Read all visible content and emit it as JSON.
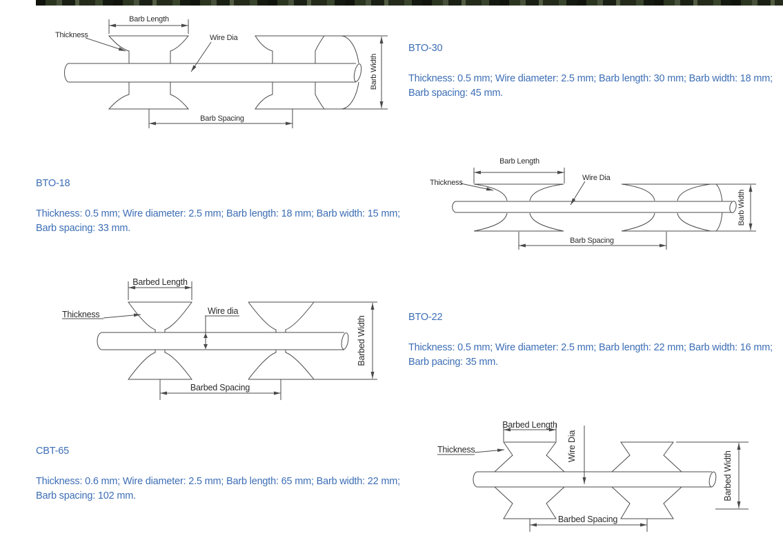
{
  "colors": {
    "accent_text": "#3d6eb5",
    "diagram_line": "#4a4a4a",
    "label_text": "#2b2b2b",
    "photo_edge_dark": "#1a2014"
  },
  "sections": [
    {
      "heading": "BTO-30",
      "lines": [
        "Thickness: 0.5 mm; Wire diameter: 2.5 mm; Barb length: 30 mm; Barb width: 18 mm;",
        "Barb spacing: 45 mm."
      ]
    },
    {
      "heading": "BTO-18",
      "lines": [
        "Thickness: 0.5 mm; Wire diameter: 2.5 mm; Barb length: 18 mm; Barb width: 15 mm;",
        "Barb spacing: 33 mm."
      ]
    },
    {
      "heading": "BTO-22",
      "lines": [
        "Thickness: 0.5 mm; Wire diameter: 2.5 mm; Barb length: 22 mm; Barb width: 16 mm;",
        "Barb pacing: 35 mm."
      ]
    },
    {
      "heading": "CBT-65",
      "lines": [
        "Thickness: 0.6 mm; Wire diameter: 2.5 mm; Barb length: 65 mm; Barb width: 22 mm;",
        "Barb spacing: 102 mm."
      ]
    }
  ],
  "diagrams": [
    {
      "labels": {
        "length": "Barb Length",
        "thickness": "Thickness",
        "wire": "Wire Dia",
        "width": "Barb Width",
        "spacing": "Barb Spacing"
      }
    },
    {
      "labels": {
        "length": "Barb Length",
        "thickness": "Thickness",
        "wire": "Wire Dia",
        "width": "Barb Width",
        "spacing": "Barb Spacing"
      }
    },
    {
      "labels": {
        "length": "Barbed Length",
        "thickness": "Thickness",
        "wire": "Wire dia",
        "width": "Barbed Width",
        "spacing": "Barbed Spacing"
      }
    },
    {
      "labels": {
        "length": "Barbed Length",
        "thickness": "Thickness",
        "wire": "Wire Dia",
        "width": "Barbed Width",
        "spacing": "Barbed Spacing"
      }
    }
  ]
}
